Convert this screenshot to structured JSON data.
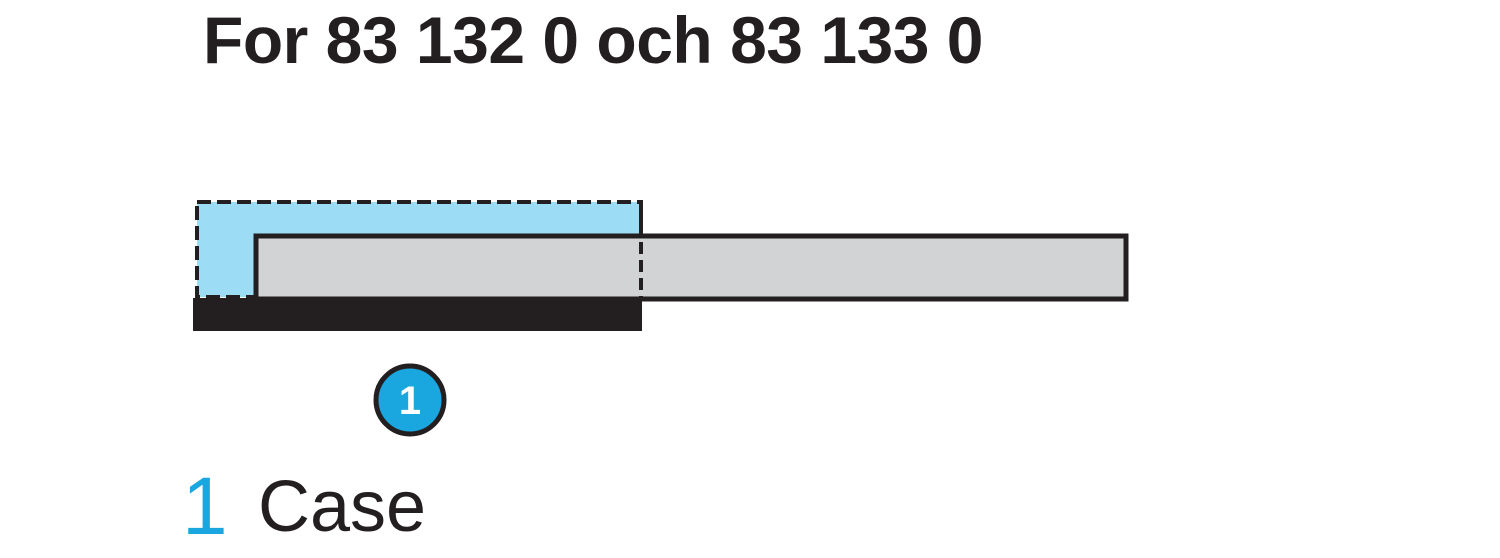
{
  "title": "For 83 132 0 och 83 133 0",
  "callout": {
    "number": "1"
  },
  "legend": {
    "items": [
      {
        "number": "1",
        "label": "Case"
      }
    ]
  },
  "colors": {
    "highlight_fill": "#9ddcf5",
    "callout_fill": "#1aa7e0",
    "panel_fill": "#d1d3d4",
    "base_fill": "#231f20",
    "outline": "#231f20"
  }
}
